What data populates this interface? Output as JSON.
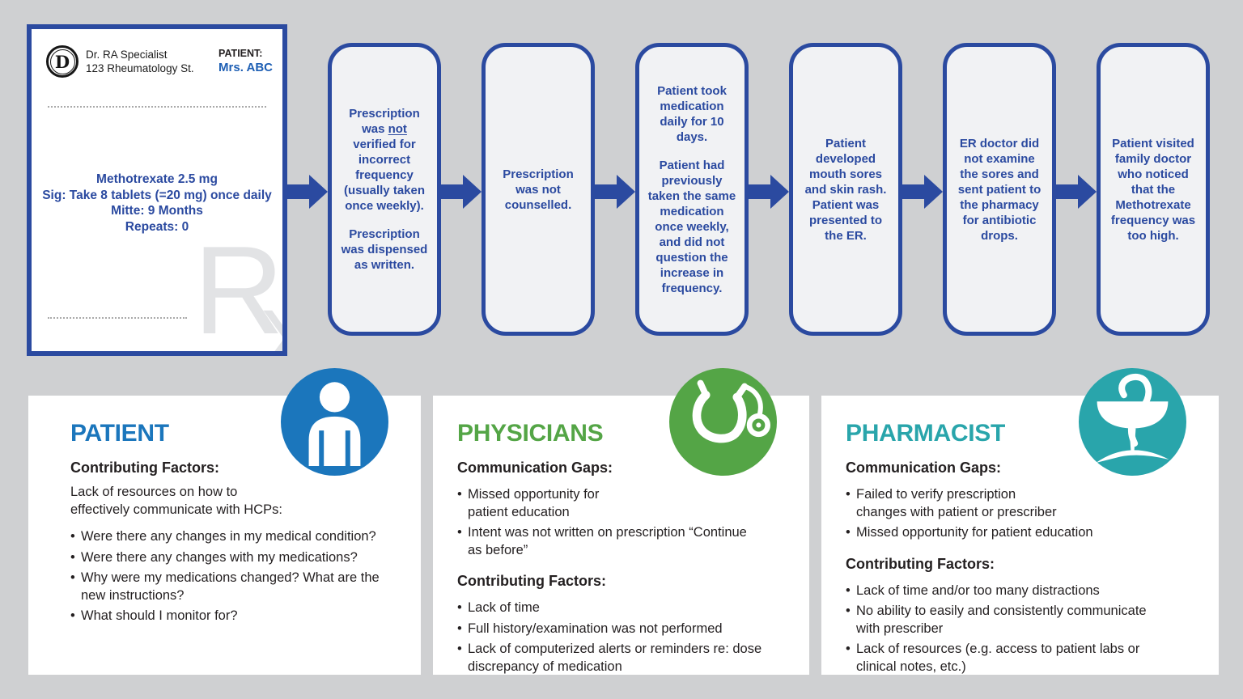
{
  "colors": {
    "background": "#cfd0d2",
    "flow_blue": "#2b4aa0",
    "box_fill": "#f1f2f4",
    "panel_bg": "#ffffff",
    "ink": "#231f20",
    "watermark": "#e2e3e5",
    "dotted_line": "#a9a9a9",
    "mrs_abc_blue": "#1e5fb4",
    "patient_accent": "#1b76bc",
    "physicians_accent": "#54a546",
    "pharmacist_accent": "#29a5ab"
  },
  "card": {
    "logo_letter": "D",
    "doctor_name": "Dr. RA Specialist",
    "doctor_address": "123 Rheumatology St.",
    "patient_label": "PATIENT:",
    "patient_name": "Mrs. ABC",
    "rx_lines": [
      "Methotrexate 2.5 mg",
      "Sig: Take 8 tablets (=20 mg) once daily",
      "Mitte: 9 Months",
      "Repeats: 0"
    ],
    "watermark_letters": [
      "R",
      "X"
    ]
  },
  "flow_steps": [
    {
      "underline_word": "not",
      "paragraphs": [
        "Prescription was not verified for incorrect frequency (usually taken once weekly).",
        "Prescription was dispensed as written."
      ]
    },
    {
      "paragraphs": [
        "Prescription was not counselled."
      ]
    },
    {
      "paragraphs": [
        "Patient took medication daily for 10 days.",
        "Patient had previously taken the same medication once weekly, and did not question the increase in frequency."
      ]
    },
    {
      "paragraphs": [
        "Patient developed mouth sores and skin rash. Patient was presented to the ER."
      ]
    },
    {
      "paragraphs": [
        "ER doctor did not examine the sores and sent patient to the pharmacy for antibiotic drops."
      ]
    },
    {
      "paragraphs": [
        "Patient visited family doctor who noticed that the Methotrexate frequency was too high."
      ]
    }
  ],
  "panels": [
    {
      "id": "patient",
      "title": "PATIENT",
      "accent": "#1b76bc",
      "icon": "person-icon",
      "icon_bg": "#1b76bc",
      "sections": [
        {
          "heading": "Contributing Factors:",
          "intro": "Lack of resources on how to\neffectively communicate with HCPs:",
          "bullets": [
            "Were there any changes in my medical condition?",
            "Were there any changes with my medications?",
            "Why were my medications changed? What are the\nnew instructions?",
            "What should I monitor for?"
          ]
        }
      ]
    },
    {
      "id": "physicians",
      "title": "PHYSICIANS",
      "accent": "#54a546",
      "icon": "stethoscope-icon",
      "icon_bg": "#54a546",
      "sections": [
        {
          "heading": "Communication Gaps:",
          "intro": "",
          "bullets": [
            "Missed opportunity for\npatient education",
            "Intent was not written on prescription “Continue\nas before”"
          ]
        },
        {
          "heading": "Contributing Factors:",
          "intro": "",
          "bullets": [
            "Lack of time",
            "Full history/examination was not performed",
            "Lack of computerized alerts or reminders re: dose\ndiscrepancy of medication"
          ]
        }
      ]
    },
    {
      "id": "pharmacist",
      "title": "PHARMACIST",
      "accent": "#29a5ab",
      "icon": "hygieia-bowl-icon",
      "icon_bg": "#29a5ab",
      "sections": [
        {
          "heading": "Communication Gaps:",
          "intro": "",
          "bullets": [
            "Failed to verify prescription\nchanges with patient or prescriber",
            "Missed opportunity for patient education"
          ]
        },
        {
          "heading": "Contributing Factors:",
          "intro": "",
          "bullets": [
            "Lack of time and/or too many distractions",
            "No ability to easily and consistently communicate\nwith prescriber",
            "Lack of resources (e.g. access to patient labs or\nclinical notes, etc.)"
          ]
        }
      ]
    }
  ]
}
